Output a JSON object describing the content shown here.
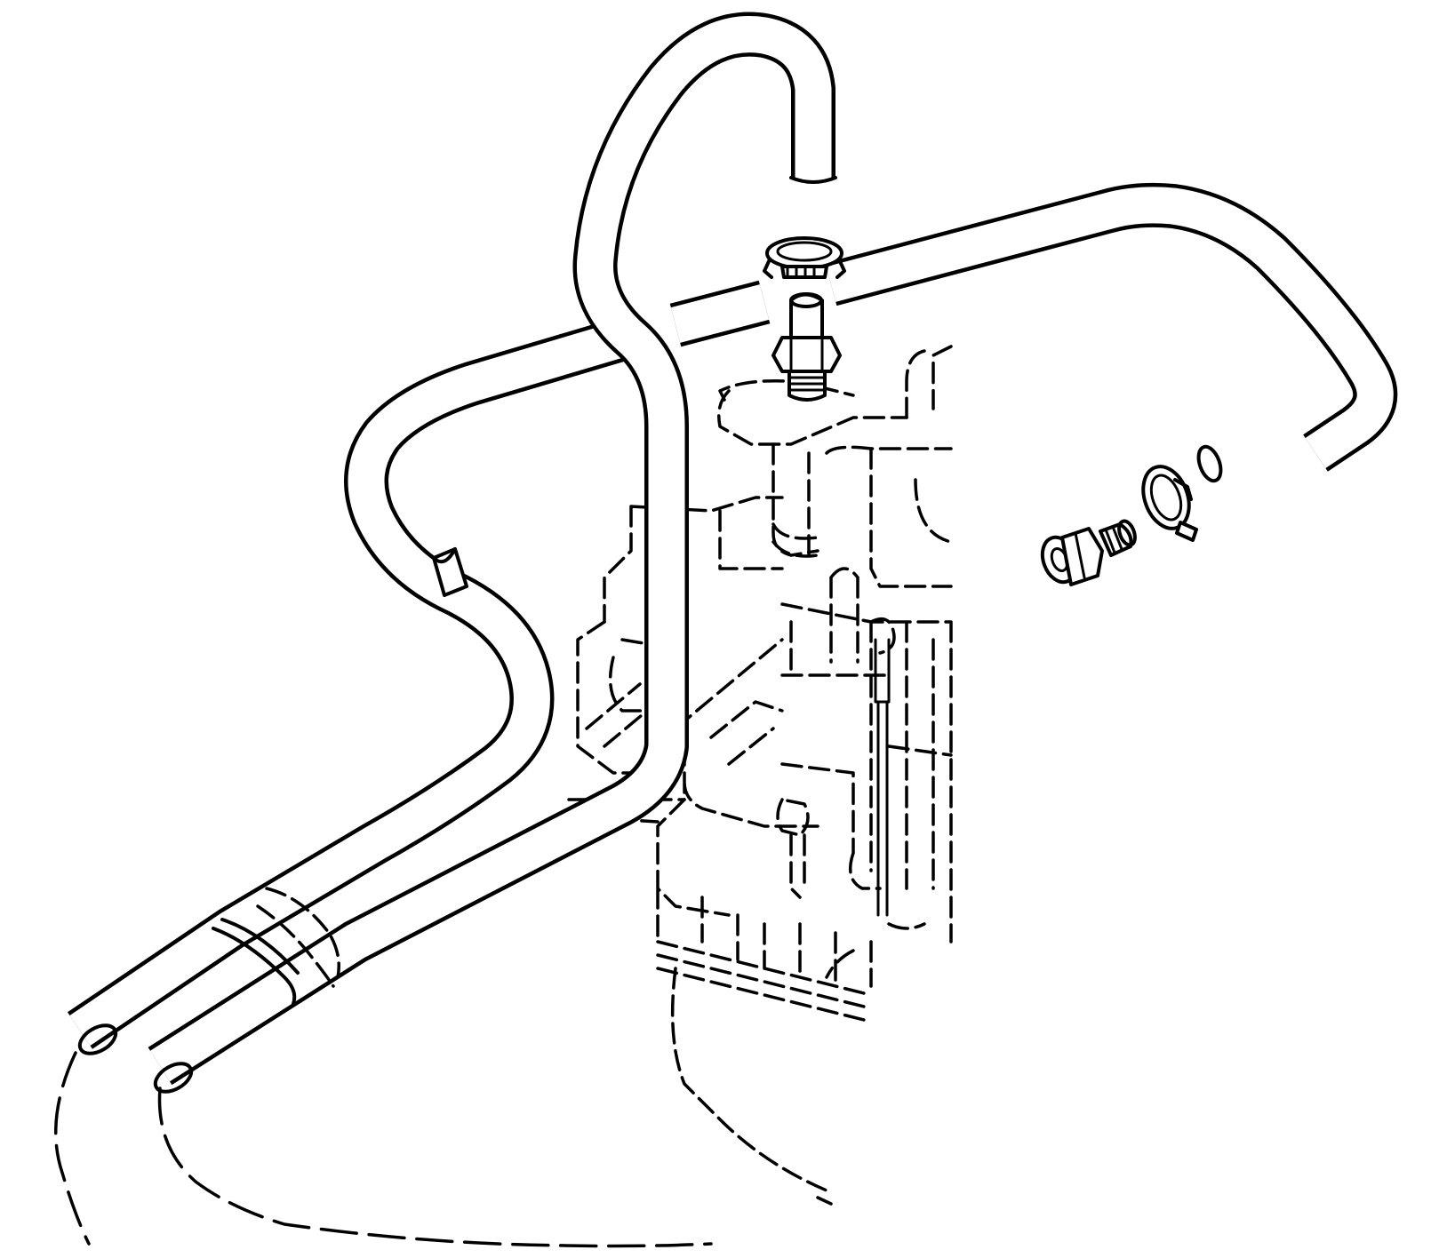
{
  "diagram": {
    "kind": "line-art exploded view",
    "colors": {
      "ink": "#000000",
      "paper": "#ffffff"
    },
    "parts": [
      {
        "id": "upper-hose",
        "icon": "hose-icon"
      },
      {
        "id": "upper-hose-clamp",
        "icon": "clamp-icon"
      },
      {
        "id": "upper-fitting",
        "icon": "fitting-icon"
      },
      {
        "id": "lower-hose",
        "icon": "hose-icon"
      },
      {
        "id": "side-hose-clamp",
        "icon": "clamp-icon"
      },
      {
        "id": "side-fitting",
        "icon": "fitting-icon"
      },
      {
        "id": "hose-retaining-clip",
        "icon": "clip-icon"
      },
      {
        "id": "hose-bundle-strap",
        "icon": "strap-icon"
      },
      {
        "id": "engine-block-outline",
        "icon": "engine-icon"
      }
    ]
  }
}
